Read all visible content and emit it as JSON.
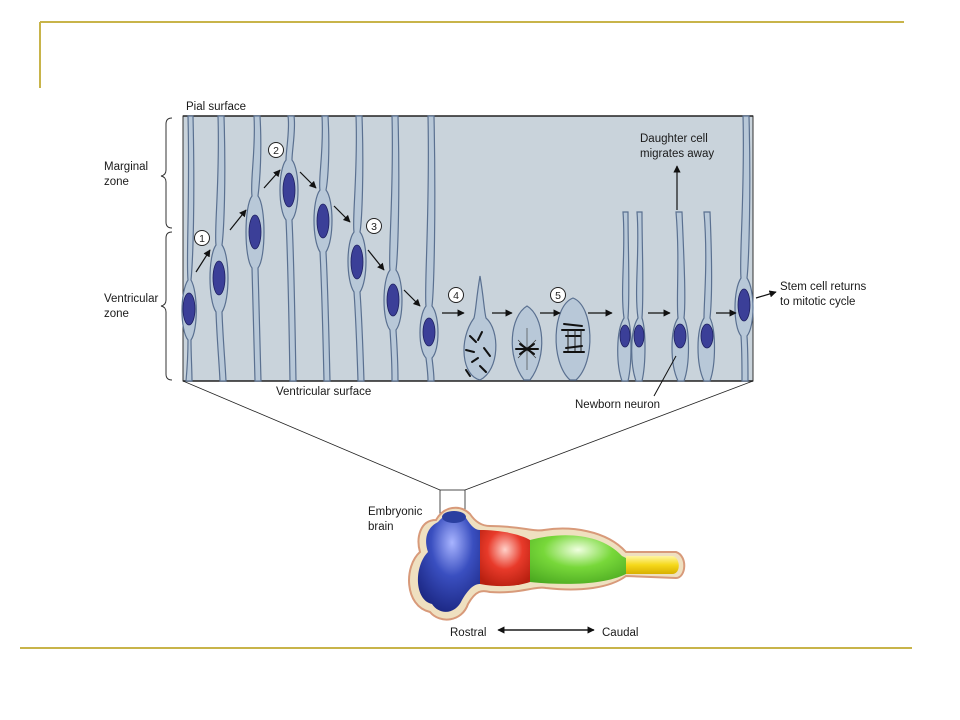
{
  "diagram": {
    "labels": {
      "pial_surface": "Pial surface",
      "marginal_zone": [
        "Marginal",
        "zone"
      ],
      "ventricular_zone": [
        "Ventricular",
        "zone"
      ],
      "ventricular_surface": "Ventricular surface",
      "daughter_cell": [
        "Daughter cell",
        "migrates away"
      ],
      "stem_cell_returns": [
        "Stem cell returns",
        "to mitotic cycle"
      ],
      "newborn_neuron": "Newborn neuron",
      "embryonic_brain": [
        "Embryonic",
        "brain"
      ],
      "rostral": "Rostral",
      "caudal": "Caudal"
    },
    "steps": [
      "1",
      "2",
      "3",
      "4",
      "5"
    ],
    "colors": {
      "frame_gold": "#c8b44a",
      "tissue": "#c9d3db",
      "cell_fill": "#b8c8d8",
      "nucleus": "#3b3f98",
      "brain_blue": "#2a3fa0",
      "brain_red": "#e03a2a",
      "brain_green": "#6ed23a",
      "brain_yellow": "#f2d21a",
      "brain_outline": "#d89a7a"
    }
  }
}
